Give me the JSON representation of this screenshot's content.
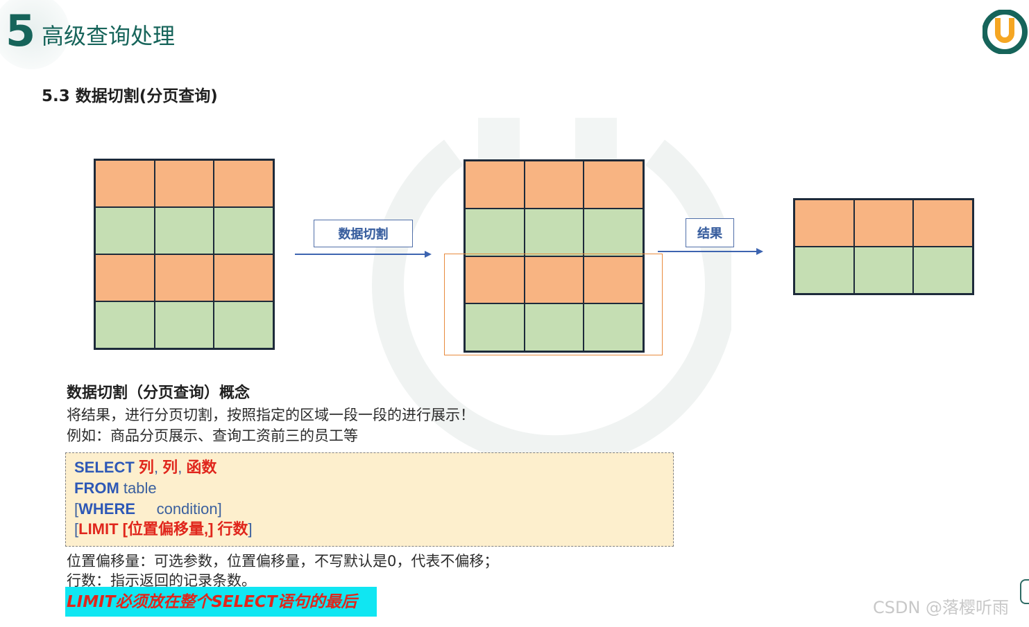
{
  "header": {
    "chapter_number": "5",
    "chapter_title": "高级查询处理",
    "section_title": "5.3 数据切割(分页查询)"
  },
  "logo": {
    "icon": "u-logo-icon",
    "color": "#16645a",
    "accent": "#f5a623"
  },
  "diagram": {
    "arrow1_label": "数据切割",
    "arrow2_label": "结果",
    "cell_colors": {
      "orange": "#f8b482",
      "green": "#c5deb3"
    },
    "source_rows": [
      "orange",
      "green",
      "orange",
      "green"
    ],
    "split_rows": [
      "orange",
      "green",
      "orange",
      "green"
    ],
    "result_rows": [
      "orange",
      "green"
    ]
  },
  "concept": {
    "title": "数据切割（分页查询）概念",
    "line1": "将结果，进行分页切割，按照指定的区域一段一段的进行展示！",
    "line2": "例如：商品分页展示、查询工资前三的员工等"
  },
  "code": {
    "l1_kw": "SELECT",
    "l1_sp": " ",
    "l1_a": "列",
    "l1_c1": ", ",
    "l1_b": "列",
    "l1_c2": ", ",
    "l1_c": "函数",
    "l2_kw": "FROM",
    "l2_rest": " table",
    "l3_open": "[",
    "l3_kw": "WHERE",
    "l3_rest": "     condition]",
    "l4_open": "[",
    "l4_red": "LIMIT [位置偏移量,] 行数",
    "l4_close": "]"
  },
  "notes": {
    "offset": "位置偏移量：可选参数，位置偏移量，不写默认是0，代表不偏移；",
    "rows": "行数：指示返回的记录条数。",
    "banner": "LIMIT必须放在整个SELECT语句的最后",
    "banner_bg": "#10e6f2",
    "banner_color": "#e0261c"
  },
  "watermark_text": "CSDN @落樱听雨"
}
